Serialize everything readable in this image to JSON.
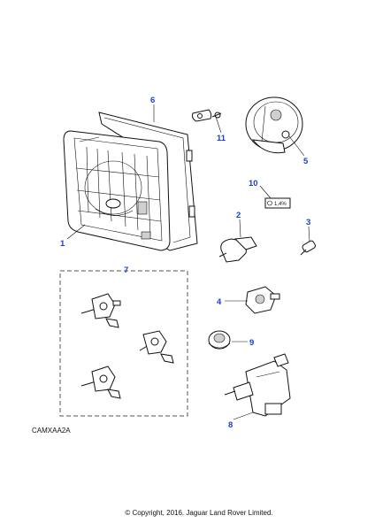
{
  "callouts": {
    "headlamp": "1",
    "bulb_main": "2",
    "bulb_small": "3",
    "bulb_holder": "4",
    "shroud": "5",
    "gasket": "6",
    "adjuster_kit": "7",
    "level_motor": "8",
    "grommet": "9",
    "bulb_tag": "10",
    "bracket": "11"
  },
  "bulb_tag_text": "1,4%",
  "ref_code": "CAMXAA2A",
  "copyright": "© Copyright, 2016. Jaguar Land Rover Limited.",
  "colors": {
    "callout": "#1a3fd6",
    "line": "#111111"
  }
}
